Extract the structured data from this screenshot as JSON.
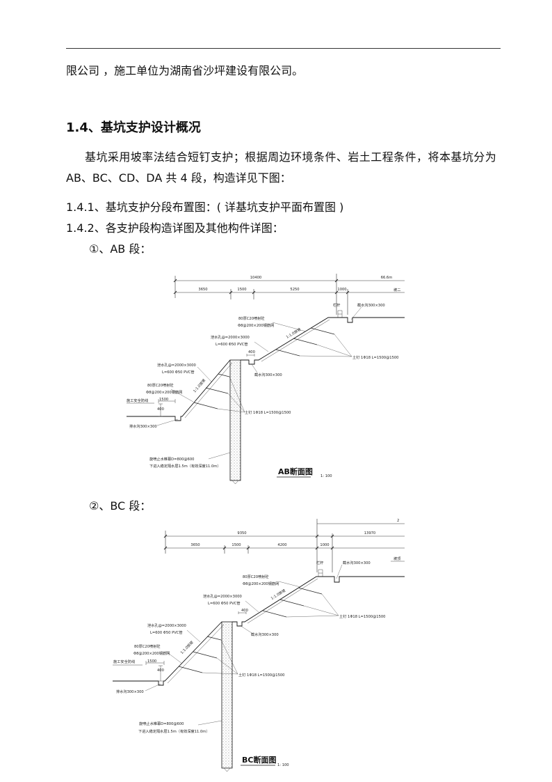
{
  "page": {
    "continued_line": "限公司 ，施工单位为湖南省沙坪建设有限公司。",
    "section_heading": "1.4、基坑支护设计概况",
    "intro_line1": "基坑采用坡率法结合短钉支护；根据周边环境条件、岩土工程条件，将本基坑分为",
    "intro_line2": "AB、BC、CD、DA 共 4 段，构造详见下图：",
    "item_1_4_1": "1.4.1、基坑支护分段布置图：( 详基坑支护平面布置图 )",
    "item_1_4_2": "1.4.2、各支护段构造详图及其他构件详图：",
    "sub_ab": "①、AB 段：",
    "sub_bc": "②、BC 段："
  },
  "figures": {
    "ab": {
      "title": "AB断面图",
      "scale": "1: 100",
      "dims": {
        "total": "10400",
        "beyond": "66.6m",
        "seg1": "3650",
        "seg2": "1500",
        "seg3": "5250",
        "seg4": "1000",
        "edge_note": "坡二"
      },
      "crest": {
        "railing": "栏杆",
        "ditch": "截水沟300×300"
      },
      "upper_slope": {
        "shotcrete": "80厚C20喷射砼",
        "mesh": "Φ8@200×200钢筋网",
        "drain_spacing": "泄水孔@=2000×3000",
        "drain_pipe": "L=600 Φ50 PVC管",
        "ratio": "1:1.0放坡",
        "nail": "土钉 1Φ18 L=1500@1500"
      },
      "berm": {
        "offset": "400",
        "ditch": "截水沟300×300"
      },
      "lower_slope": {
        "shotcrete": "80厚C20喷射砼",
        "mesh": "Φ8@200×200钢筋网",
        "drain_spacing": "泄水孔@=2000×3000",
        "drain_pipe": "L=600 Φ50 PVC管",
        "ratio": "1:1.0放坡",
        "nail": "土钉 1Φ18 L=1500@1500"
      },
      "toe": {
        "safety_line": "施工安全防线",
        "width": "1500",
        "height": "400",
        "ditch": "排水沟300×300"
      },
      "curtain": {
        "spec": "旋喷止水帷幕D=800@600",
        "depth": "下进入稳定隔水层1.5m（有效深度11.0m）"
      }
    },
    "bc": {
      "title": "BC断面图",
      "scale": "1: 100",
      "dims": {
        "edge_cut": "2",
        "total": "9350",
        "beyond": "13970",
        "seg1": "3650",
        "seg2": "1500",
        "seg3": "4200",
        "seg4": "1000",
        "edge_note": "坡顶"
      },
      "crest": {
        "railing": "栏杆",
        "ditch": "截水沟300×300"
      },
      "upper_slope": {
        "shotcrete": "80厚C20喷射砼",
        "mesh": "Φ8@200×200钢筋网",
        "drain_spacing": "泄水孔@=2000×3000",
        "drain_pipe": "L=600 Φ50 PVC管",
        "ratio": "1:1.0放坡",
        "nail": "土钉 1Φ18 L=1500@1500"
      },
      "berm": {
        "offset": "400",
        "ditch": "截水沟300×300"
      },
      "lower_slope": {
        "shotcrete": "80厚C20喷射砼",
        "mesh": "Φ8@200×200钢筋网",
        "drain_spacing": "泄水孔@=2000×3000",
        "drain_pipe": "L=600 Φ50 PVC管",
        "ratio": "1:1.0放坡",
        "nail": "土钉 1Φ18 L=1500@1500"
      },
      "toe": {
        "safety_line": "施工安全防线",
        "width": "1500",
        "height": "400",
        "ditch": "排水沟300×300"
      },
      "curtain": {
        "spec": "旋喷止水帷幕D=800@600",
        "depth": "下进入稳定隔水层1.5m（有效深度11.0m）"
      }
    }
  }
}
